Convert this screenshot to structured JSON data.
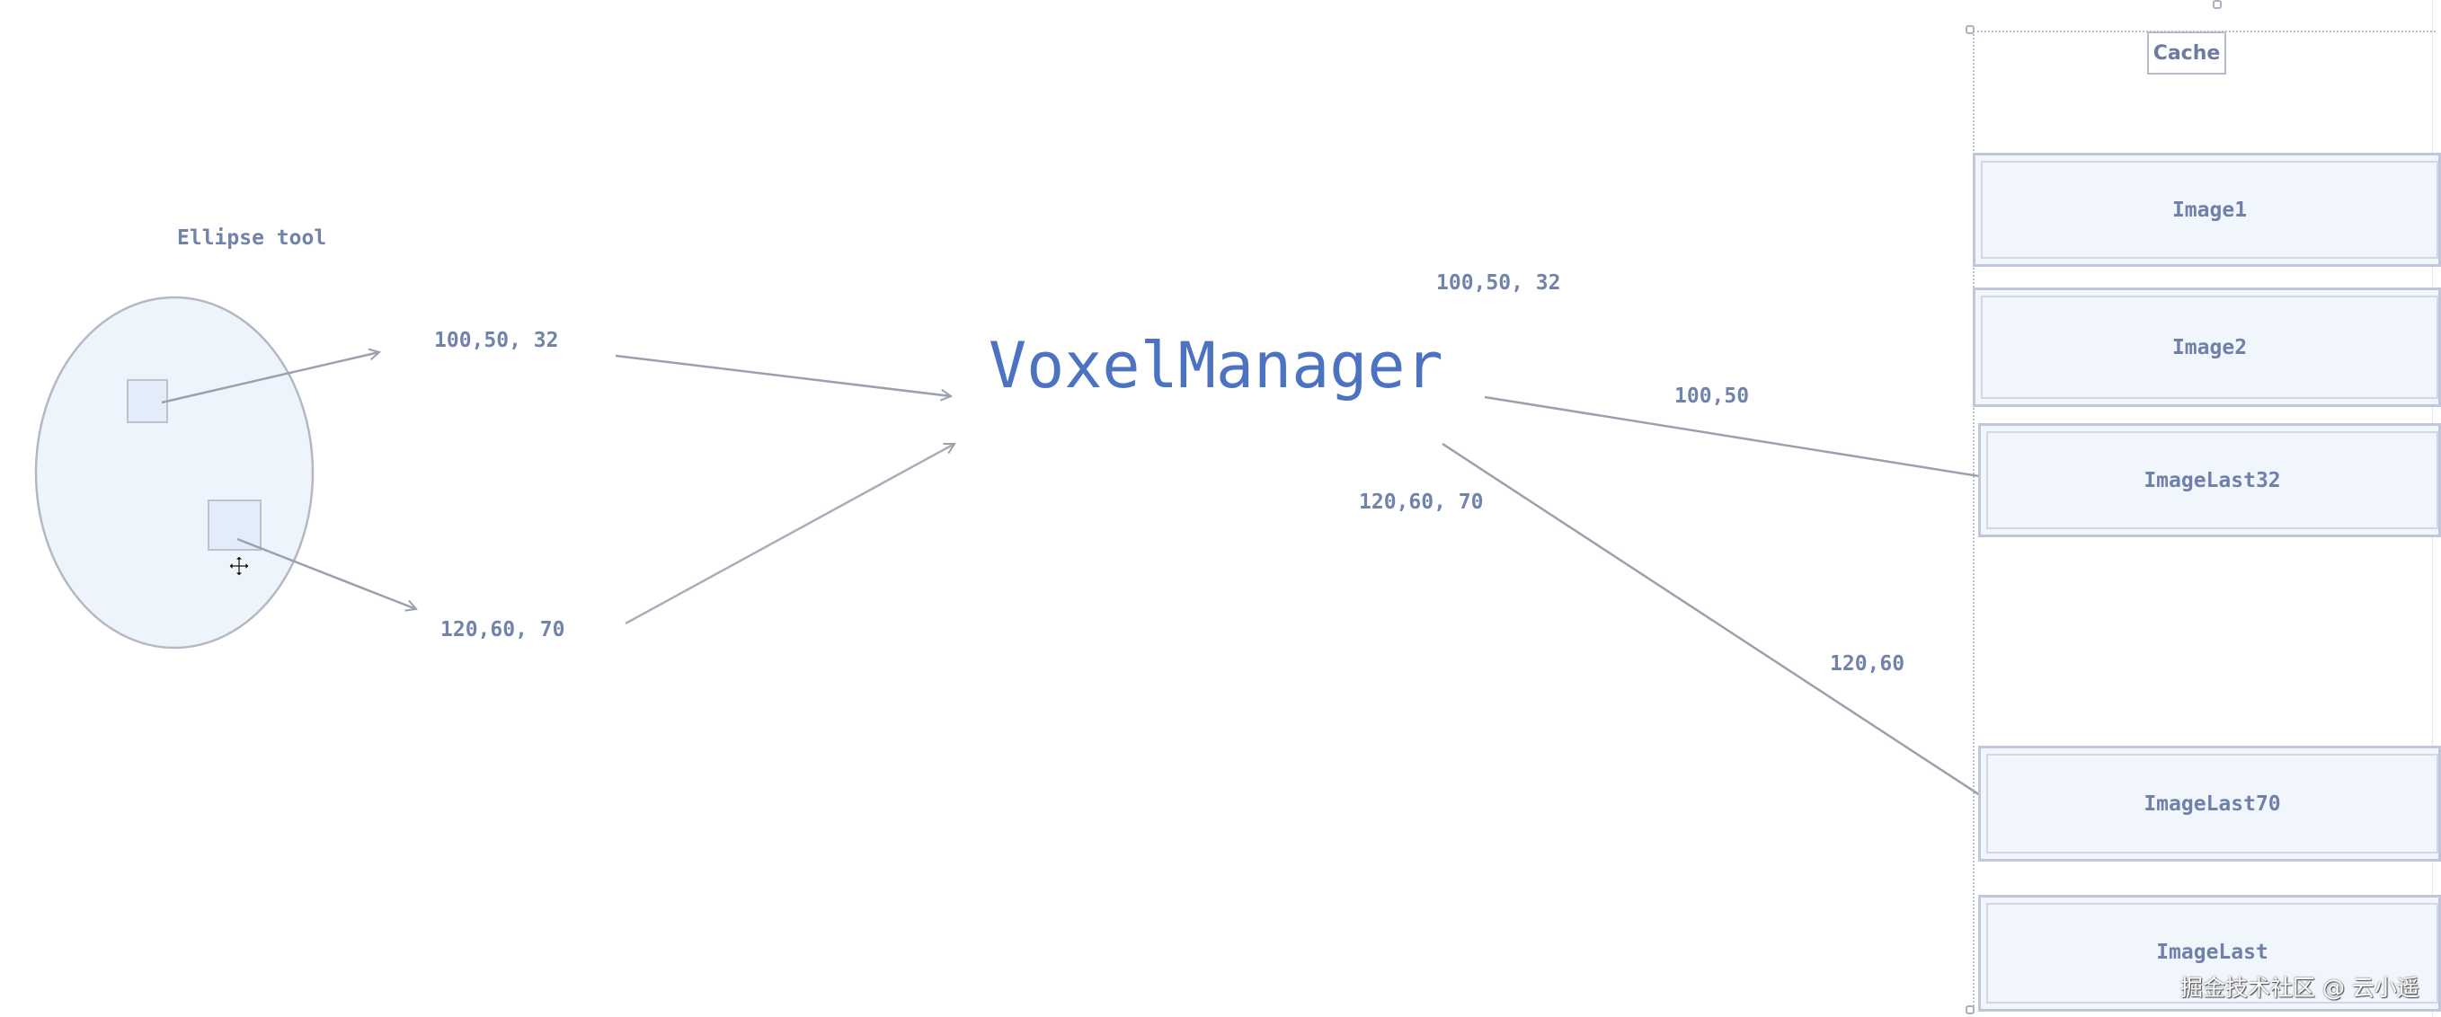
{
  "diagram": {
    "title": "VoxelManager",
    "source": {
      "label": "Ellipse tool",
      "shape": "ellipse",
      "inner_regions": 2
    },
    "input_labels": [
      {
        "id": "in-top",
        "text": "100,50, 32"
      },
      {
        "id": "in-bottom",
        "text": "120,60, 70"
      }
    ],
    "output_labels": [
      {
        "id": "out-top-3d",
        "text": "100,50, 32"
      },
      {
        "id": "out-top-2d",
        "text": "100,50"
      },
      {
        "id": "out-bottom-3d",
        "text": "120,60, 70"
      },
      {
        "id": "out-bottom-2d",
        "text": "120,60"
      }
    ],
    "cache": {
      "label": "Cache",
      "items": [
        {
          "name": "Image1"
        },
        {
          "name": "Image2"
        },
        {
          "name": "ImageLast32"
        },
        {
          "name": "ImageLast70"
        },
        {
          "name": "ImageLast"
        }
      ]
    },
    "icons": {
      "cursor": "move-cursor-icon"
    },
    "colors": {
      "title": "#4b73c2",
      "label": "#7183ab",
      "box_fill": "#f1f6fd",
      "box_border": "#c2c6dc",
      "arrow": "#9aa0ad"
    }
  },
  "watermark": "掘金技术社区 @ 云小遥"
}
